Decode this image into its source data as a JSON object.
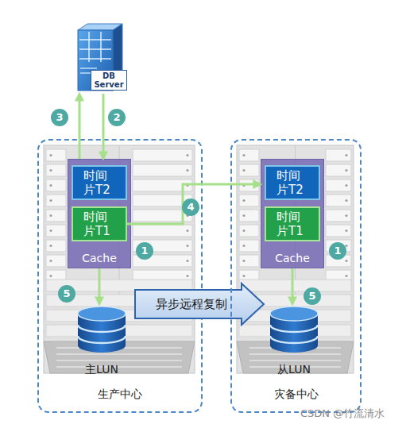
{
  "diagram": {
    "nodes": [
      {
        "text": [
          "DB Server"
        ]
      },
      {
        "text": [
          "生产中心"
        ]
      },
      {
        "text": [
          "Cache"
        ],
        "in": 1
      },
      {
        "text": [
          "时间片T2"
        ],
        "in": 2
      },
      {
        "text": [
          "时间片T1"
        ],
        "in": 2
      },
      {
        "text": [
          "主LUN"
        ],
        "in": 1
      },
      {
        "text": [
          "异步远程复制"
        ]
      },
      {
        "text": [
          "灾备中心"
        ]
      },
      {
        "text": [
          "Cache"
        ],
        "in": 7
      },
      {
        "text": [
          "时间片T2"
        ],
        "in": 8
      },
      {
        "text": [
          "时间片T1"
        ],
        "in": 8
      },
      {
        "text": [
          "从LUN"
        ],
        "in": 7
      }
    ],
    "edges": [
      {
        "from": 0,
        "to": 2,
        "arrow": "to"
      },
      {
        "from": 2,
        "to": 0,
        "arrow": "to"
      },
      {
        "from": 4,
        "to": 8,
        "arrow": "to"
      },
      {
        "from": 2,
        "to": 5,
        "arrow": "to"
      },
      {
        "from": 8,
        "to": 11,
        "arrow": "to"
      }
    ],
    "labels": [
      "3",
      "2",
      "4",
      "1",
      "1",
      "5",
      "5",
      "CSDN @竹流清水"
    ]
  }
}
